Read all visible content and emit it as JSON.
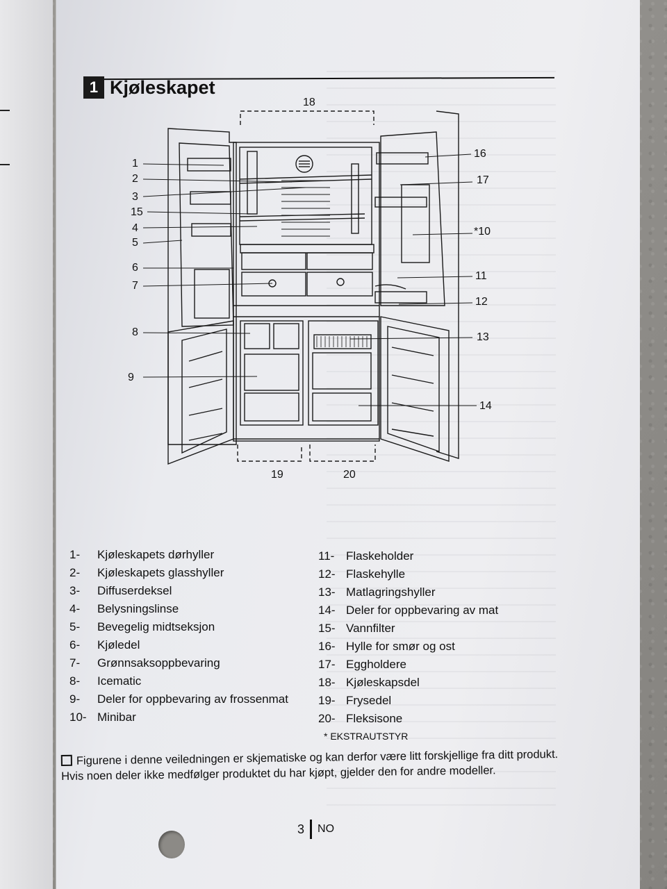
{
  "section": {
    "number": "1",
    "title": "Kjøleskapet"
  },
  "callouts": {
    "c1": "1",
    "c2": "2",
    "c3": "3",
    "c15": "15",
    "c4": "4",
    "c5": "5",
    "c6": "6",
    "c7": "7",
    "c8": "8",
    "c9": "9",
    "c16": "16",
    "c17": "17",
    "c10": "*10",
    "c11": "11",
    "c12": "12",
    "c13": "13",
    "c14": "14",
    "c18": "18",
    "c19": "19",
    "c20": "20"
  },
  "legend_left": [
    {
      "n": "1-",
      "label": "Kjøleskapets dørhyller"
    },
    {
      "n": "2-",
      "label": "Kjøleskapets glasshyller"
    },
    {
      "n": "3-",
      "label": "Diffuserdeksel"
    },
    {
      "n": "4-",
      "label": "Belysningslinse"
    },
    {
      "n": "5-",
      "label": "Bevegelig midtseksjon"
    },
    {
      "n": "6-",
      "label": "Kjøledel"
    },
    {
      "n": "7-",
      "label": "Grønnsaksoppbevaring"
    },
    {
      "n": "8-",
      "label": "Icematic"
    },
    {
      "n": "9-",
      "label": "Deler for oppbevaring av frossenmat"
    },
    {
      "n": "10-",
      "label": "Minibar"
    }
  ],
  "legend_right": [
    {
      "n": "11-",
      "label": "Flaskeholder"
    },
    {
      "n": "12-",
      "label": "Flaskehylle"
    },
    {
      "n": "13-",
      "label": "Matlagringshyller"
    },
    {
      "n": "14-",
      "label": "Deler for oppbevaring av mat"
    },
    {
      "n": "15-",
      "label": "Vannfilter"
    },
    {
      "n": "16-",
      "label": "Hylle for smør og ost"
    },
    {
      "n": "17-",
      "label": "Eggholdere"
    },
    {
      "n": "18-",
      "label": "Kjøleskapsdel"
    },
    {
      "n": "19-",
      "label": "Frysedel"
    },
    {
      "n": "20-",
      "label": "Fleksisone"
    }
  ],
  "optional_note": "* EKSTRAUTSTYR",
  "note": "Figurene i denne veiledningen er skjematiske og kan derfor være litt forskjellige fra ditt produkt. Hvis noen deler ikke medfølger produktet du har kjøpt, gjelder den for andre modeller.",
  "footer": {
    "page": "3",
    "lang": "NO"
  }
}
